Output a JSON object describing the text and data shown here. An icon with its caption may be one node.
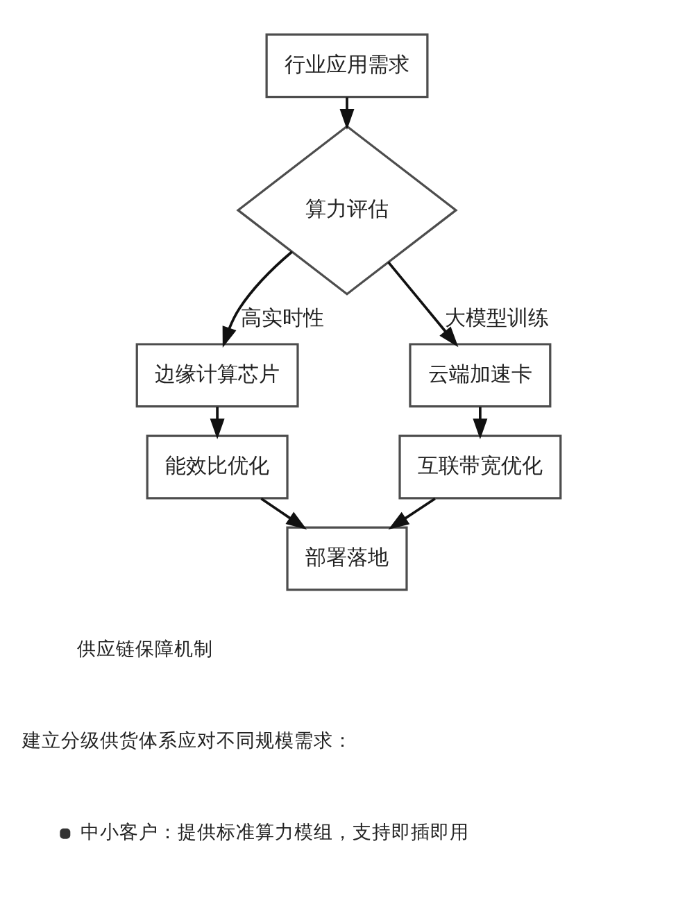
{
  "diagram": {
    "nodes": [
      {
        "text": [
          "行业应用需求"
        ]
      },
      {
        "text": [
          "算力评估"
        ]
      },
      {
        "text": [
          "边缘计算芯片"
        ]
      },
      {
        "text": [
          "云端加速卡"
        ]
      },
      {
        "text": [
          "能效比优化"
        ]
      },
      {
        "text": [
          "互联带宽优化"
        ]
      },
      {
        "text": [
          "部署落地"
        ]
      }
    ],
    "edges": [
      {
        "from": 0,
        "to": 1,
        "arrow": "to"
      },
      {
        "from": 1,
        "to": 2,
        "arrow": "to",
        "label": "高实时性"
      },
      {
        "from": 1,
        "to": 3,
        "arrow": "to",
        "label": "大模型训练"
      },
      {
        "from": 2,
        "to": 4,
        "arrow": "to"
      },
      {
        "from": 3,
        "to": 5,
        "arrow": "to"
      },
      {
        "from": 4,
        "to": 6,
        "arrow": "to"
      },
      {
        "from": 5,
        "to": 6,
        "arrow": "to"
      }
    ],
    "labels": [
      "供应链保障机制",
      "建立分级供货体系应对不同规模需求：",
      "中小客户：提供标准算力模组，支持即插即用"
    ]
  }
}
